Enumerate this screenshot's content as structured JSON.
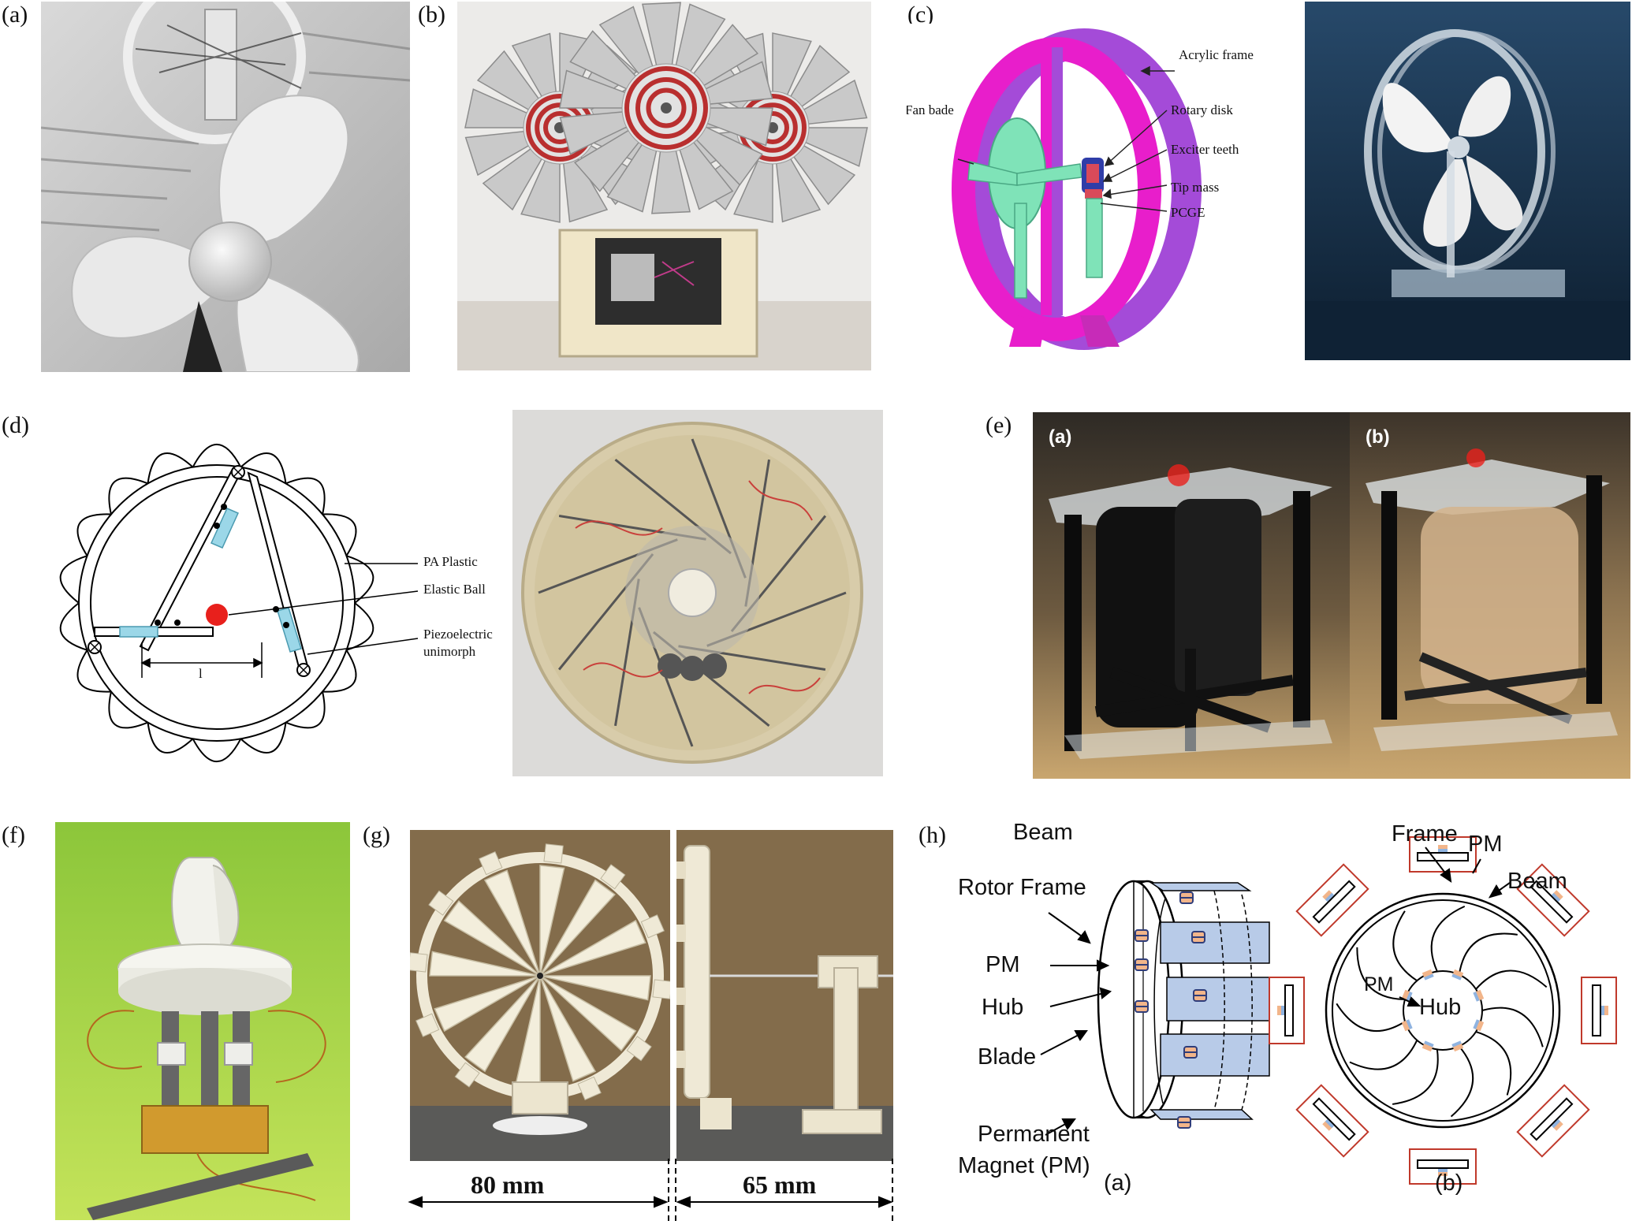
{
  "panels": {
    "a": {
      "label": "(a)"
    },
    "b": {
      "label": "(b)"
    },
    "c": {
      "label": "(c)",
      "callouts": [
        "Acrylic frame",
        "Fan bade",
        "Rotary disk",
        "Exciter teeth",
        "Tip mass",
        "PCGE"
      ]
    },
    "d": {
      "label": "(d)",
      "callouts": [
        "PA Plastic",
        "Elastic Ball",
        "Piezoelectric",
        "unimorph"
      ],
      "dimension_label": "l"
    },
    "e": {
      "label": "(e)",
      "sub_labels": [
        "(a)",
        "(b)"
      ]
    },
    "f": {
      "label": "(f)"
    },
    "g": {
      "label": "(g)",
      "dims": [
        "80 mm",
        "65 mm"
      ]
    },
    "h": {
      "label": "(h)",
      "left_labels": [
        "Beam",
        "Rotor Frame",
        "PM",
        "Hub",
        "Blade",
        "Permanent",
        "Magnet (PM)"
      ],
      "right_labels": [
        "Frame",
        "PM",
        "Beam",
        "PM",
        "Hub"
      ],
      "sub_labels": [
        "(a)",
        "(b)"
      ]
    }
  },
  "colors": {
    "magenta_frame": "#e81ecb",
    "purple_frame": "#a44bd8",
    "mint_disk": "#7fe3b8",
    "piezo_blue": "#9bd7e8",
    "elastic_ball": "#e8201c",
    "beam_blue": "#b8cbe8",
    "pm_orange": "#f2b58a",
    "red_box": "#c0392b",
    "green_bg": "#a9d63a"
  }
}
